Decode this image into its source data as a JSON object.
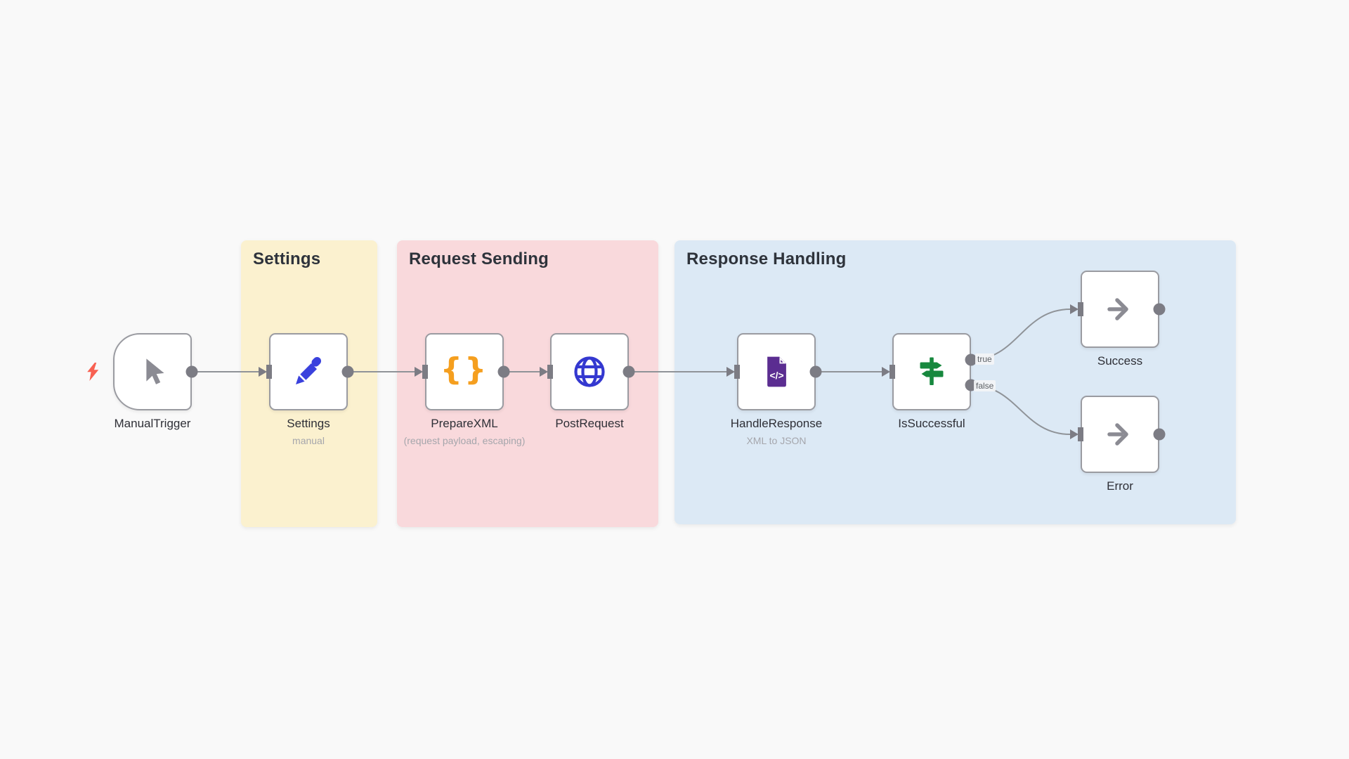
{
  "canvas": {
    "background": "#f9f9f9"
  },
  "groups": [
    {
      "title": "Settings",
      "color": "#fbf1cf"
    },
    {
      "title": "Request Sending",
      "color": "#f9d9dc"
    },
    {
      "title": "Response Handling",
      "color": "#dce9f5"
    }
  ],
  "nodes": [
    {
      "label": "ManualTrigger",
      "subtitle": "",
      "icon": "cursor-icon"
    },
    {
      "label": "Settings",
      "subtitle": "manual",
      "icon": "pencil-icon"
    },
    {
      "label": "PrepareXML",
      "subtitle": "(request payload, escaping)",
      "icon": "braces-icon",
      "icon_glyph": "{}"
    },
    {
      "label": "PostRequest",
      "subtitle": "",
      "icon": "globe-icon"
    },
    {
      "label": "HandleResponse",
      "subtitle": "XML to JSON",
      "icon": "file-code-icon",
      "icon_glyph": "</>"
    },
    {
      "label": "IsSuccessful",
      "subtitle": "",
      "icon": "signpost-icon"
    },
    {
      "label": "Success",
      "subtitle": "",
      "icon": "arrow-right-icon"
    },
    {
      "label": "Error",
      "subtitle": "",
      "icon": "arrow-right-icon"
    }
  ],
  "edge_labels": [
    {
      "text": "true"
    },
    {
      "text": "false"
    }
  ],
  "colors": {
    "edge": "#8f9398",
    "port": "#7c7c84",
    "node_border": "#9a9ba1",
    "bolt": "#f86152",
    "pencil_icon": "#3a41dd",
    "braces_icon": "#f59f1f",
    "globe_icon": "#3438d0",
    "file_icon": "#5b2d91",
    "signpost_icon": "#17883e",
    "arrow_icon": "#8b8b93",
    "cursor_icon": "#8b8b93"
  }
}
